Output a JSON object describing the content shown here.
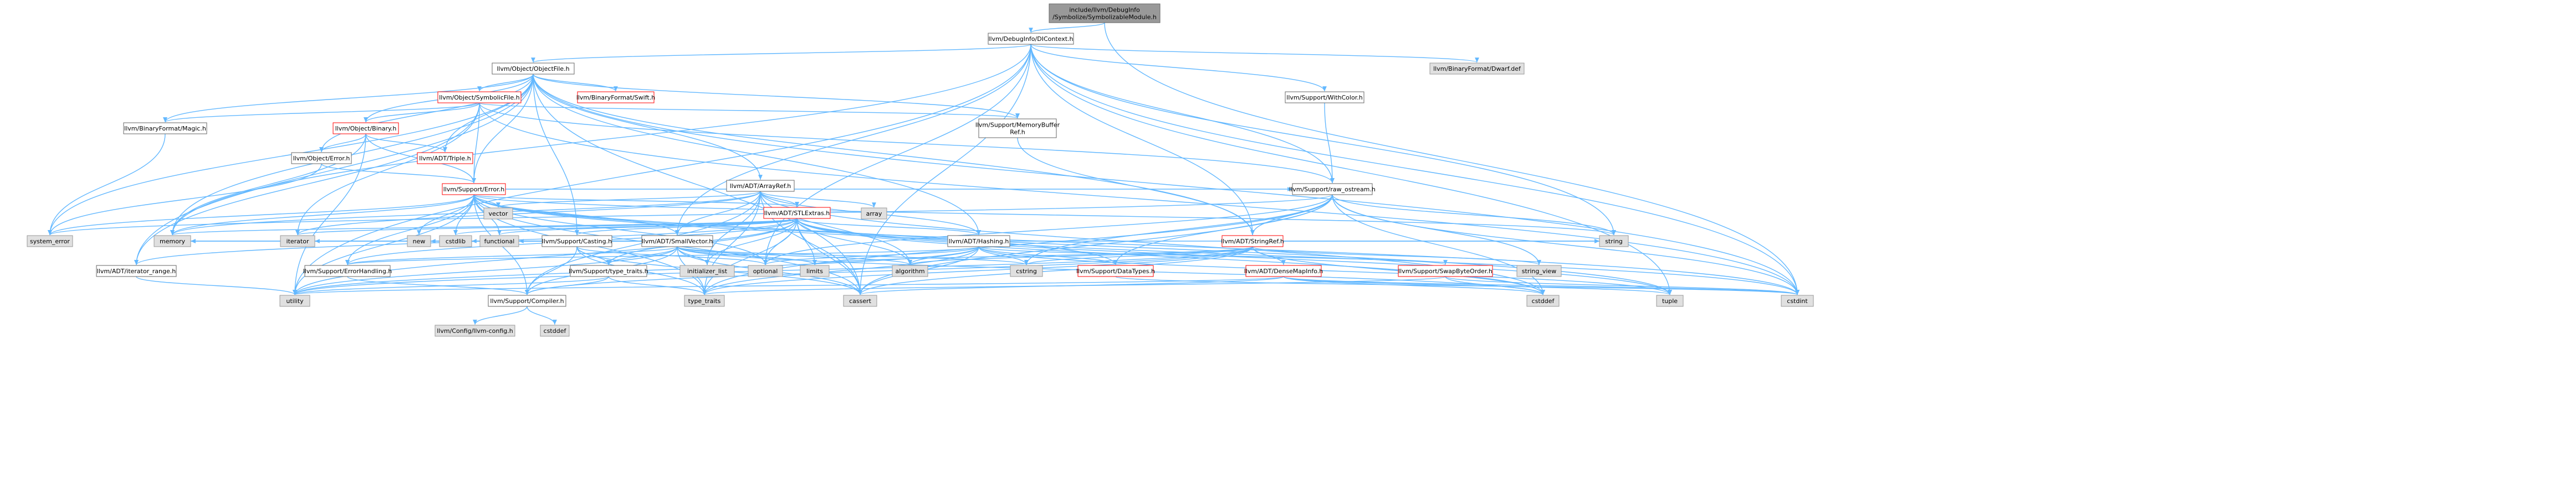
{
  "graph": {
    "nodes": [
      {
        "id": "root",
        "label": [
          "include/llvm/DebugInfo",
          "/Symbolize/SymbolizableModule.h"
        ],
        "style": "root"
      },
      {
        "id": "dicontext",
        "label": [
          "llvm/DebugInfo/DIContext.h"
        ],
        "style": "normal"
      },
      {
        "id": "objectfile",
        "label": [
          "llvm/Object/ObjectFile.h"
        ],
        "style": "normal"
      },
      {
        "id": "dwarfdef",
        "label": [
          "llvm/BinaryFormat/Dwarf.def"
        ],
        "style": "external"
      },
      {
        "id": "withcolor",
        "label": [
          "llvm/Support/WithColor.h"
        ],
        "style": "normal"
      },
      {
        "id": "symbolicfile",
        "label": [
          "llvm/Object/SymbolicFile.h"
        ],
        "style": "red"
      },
      {
        "id": "swift",
        "label": [
          "llvm/BinaryFormat/Swift.h"
        ],
        "style": "red"
      },
      {
        "id": "magic",
        "label": [
          "llvm/BinaryFormat/Magic.h"
        ],
        "style": "normal"
      },
      {
        "id": "binary",
        "label": [
          "llvm/Object/Binary.h"
        ],
        "style": "red"
      },
      {
        "id": "objerror",
        "label": [
          "llvm/Object/Error.h"
        ],
        "style": "normal"
      },
      {
        "id": "triple",
        "label": [
          "llvm/ADT/Triple.h"
        ],
        "style": "red"
      },
      {
        "id": "membufref",
        "label": [
          "llvm/Support/MemoryBuffer",
          "Ref.h"
        ],
        "style": "normal"
      },
      {
        "id": "error",
        "label": [
          "llvm/Support/Error.h"
        ],
        "style": "red"
      },
      {
        "id": "arrayref",
        "label": [
          "llvm/ADT/ArrayRef.h"
        ],
        "style": "normal"
      },
      {
        "id": "rawostream",
        "label": [
          "llvm/Support/raw_ostream.h"
        ],
        "style": "normal"
      },
      {
        "id": "stlextras",
        "label": [
          "llvm/ADT/STLExtras.h"
        ],
        "style": "red"
      },
      {
        "id": "casting",
        "label": [
          "llvm/Support/Casting.h"
        ],
        "style": "normal"
      },
      {
        "id": "smallvector",
        "label": [
          "llvm/ADT/SmallVector.h"
        ],
        "style": "normal"
      },
      {
        "id": "hashing",
        "label": [
          "llvm/ADT/Hashing.h"
        ],
        "style": "normal"
      },
      {
        "id": "stringref",
        "label": [
          "llvm/ADT/StringRef.h"
        ],
        "style": "red"
      },
      {
        "id": "densemapinfo",
        "label": [
          "llvm/ADT/DenseMapInfo.h"
        ],
        "style": "red"
      },
      {
        "id": "swapbyte",
        "label": [
          "llvm/Support/SwapByteOrder.h"
        ],
        "style": "red"
      },
      {
        "id": "datatypes",
        "label": [
          "llvm/Support/DataTypes.h"
        ],
        "style": "red"
      },
      {
        "id": "typetraits",
        "label": [
          "llvm/Support/type_traits.h"
        ],
        "style": "normal"
      },
      {
        "id": "errhandling",
        "label": [
          "llvm/Support/ErrorHandling.h"
        ],
        "style": "normal"
      },
      {
        "id": "iterrange",
        "label": [
          "llvm/ADT/iterator_range.h"
        ],
        "style": "normal"
      },
      {
        "id": "compiler",
        "label": [
          "llvm/Support/Compiler.h"
        ],
        "style": "normal"
      },
      {
        "id": "config",
        "label": [
          "llvm/Config/llvm-config.h"
        ],
        "style": "external"
      },
      {
        "id": "s_cstddef_c",
        "label": [
          "cstddef"
        ],
        "style": "external"
      },
      {
        "id": "s_vector",
        "label": [
          "vector"
        ],
        "style": "external"
      },
      {
        "id": "s_array",
        "label": [
          "array"
        ],
        "style": "external"
      },
      {
        "id": "s_syserr",
        "label": [
          "system_error"
        ],
        "style": "external"
      },
      {
        "id": "s_memory",
        "label": [
          "memory"
        ],
        "style": "external"
      },
      {
        "id": "s_iterator",
        "label": [
          "iterator"
        ],
        "style": "external"
      },
      {
        "id": "s_new",
        "label": [
          "new"
        ],
        "style": "external"
      },
      {
        "id": "s_cstdlib",
        "label": [
          "cstdlib"
        ],
        "style": "external"
      },
      {
        "id": "s_functional",
        "label": [
          "functional"
        ],
        "style": "external"
      },
      {
        "id": "s_initlist",
        "label": [
          "initializer_list"
        ],
        "style": "external"
      },
      {
        "id": "s_optional",
        "label": [
          "optional"
        ],
        "style": "external"
      },
      {
        "id": "s_limits",
        "label": [
          "limits"
        ],
        "style": "external"
      },
      {
        "id": "s_algorithm",
        "label": [
          "algorithm"
        ],
        "style": "external"
      },
      {
        "id": "s_cstring",
        "label": [
          "cstring"
        ],
        "style": "external"
      },
      {
        "id": "s_string",
        "label": [
          "string"
        ],
        "style": "external"
      },
      {
        "id": "s_stringview",
        "label": [
          "string_view"
        ],
        "style": "external"
      },
      {
        "id": "s_utility",
        "label": [
          "utility"
        ],
        "style": "external"
      },
      {
        "id": "s_typetraits",
        "label": [
          "type_traits"
        ],
        "style": "external"
      },
      {
        "id": "s_cassert",
        "label": [
          "cassert"
        ],
        "style": "external"
      },
      {
        "id": "s_tuple",
        "label": [
          "tuple"
        ],
        "style": "external"
      },
      {
        "id": "s_cstddef",
        "label": [
          "cstddef"
        ],
        "style": "external"
      },
      {
        "id": "s_cstdint",
        "label": [
          "cstdint"
        ],
        "style": "external"
      }
    ],
    "edges": [
      [
        "root",
        "dicontext"
      ],
      [
        "root",
        "s_cstdint"
      ],
      [
        "dicontext",
        "objectfile"
      ],
      [
        "dicontext",
        "dwarfdef"
      ],
      [
        "dicontext",
        "withcolor"
      ],
      [
        "dicontext",
        "rawostream"
      ],
      [
        "dicontext",
        "stringref"
      ],
      [
        "dicontext",
        "smallvector"
      ],
      [
        "dicontext",
        "s_cassert"
      ],
      [
        "dicontext",
        "s_cstdint"
      ],
      [
        "dicontext",
        "s_memory"
      ],
      [
        "dicontext",
        "s_optional"
      ],
      [
        "dicontext",
        "s_string"
      ],
      [
        "dicontext",
        "s_tuple"
      ],
      [
        "dicontext",
        "s_utility"
      ],
      [
        "objectfile",
        "symbolicfile"
      ],
      [
        "objectfile",
        "swift"
      ],
      [
        "objectfile",
        "magic"
      ],
      [
        "objectfile",
        "binary"
      ],
      [
        "objectfile",
        "objerror"
      ],
      [
        "objectfile",
        "triple"
      ],
      [
        "objectfile",
        "membufref"
      ],
      [
        "objectfile",
        "error"
      ],
      [
        "objectfile",
        "arrayref"
      ],
      [
        "objectfile",
        "casting"
      ],
      [
        "objectfile",
        "hashing"
      ],
      [
        "objectfile",
        "stringref"
      ],
      [
        "objectfile",
        "iterrange"
      ],
      [
        "objectfile",
        "s_cassert"
      ],
      [
        "objectfile",
        "s_cstdint"
      ],
      [
        "objectfile",
        "s_memory"
      ],
      [
        "objectfile",
        "s_syserr"
      ],
      [
        "withcolor",
        "rawostream"
      ],
      [
        "symbolicfile",
        "binary"
      ],
      [
        "symbolicfile",
        "error"
      ],
      [
        "symbolicfile",
        "membufref"
      ],
      [
        "symbolicfile",
        "magic"
      ],
      [
        "symbolicfile",
        "iterrange"
      ],
      [
        "symbolicfile",
        "s_iterator"
      ],
      [
        "symbolicfile",
        "rawostream"
      ],
      [
        "symbolicfile",
        "s_cstdint"
      ],
      [
        "binary",
        "objerror"
      ],
      [
        "binary",
        "triple"
      ],
      [
        "binary",
        "error"
      ],
      [
        "binary",
        "s_memory"
      ],
      [
        "binary",
        "s_utility"
      ],
      [
        "objerror",
        "error"
      ],
      [
        "objerror",
        "s_syserr"
      ],
      [
        "magic",
        "s_syserr"
      ],
      [
        "membufref",
        "stringref"
      ],
      [
        "error",
        "s_vector"
      ],
      [
        "error",
        "rawostream"
      ],
      [
        "error",
        "stlextras"
      ],
      [
        "error",
        "smallvector"
      ],
      [
        "error",
        "s_syserr"
      ],
      [
        "error",
        "s_memory"
      ],
      [
        "error",
        "s_new"
      ],
      [
        "error",
        "s_cstdlib"
      ],
      [
        "error",
        "s_functional"
      ],
      [
        "error",
        "s_optional"
      ],
      [
        "error",
        "errhandling"
      ],
      [
        "error",
        "s_string"
      ],
      [
        "error",
        "s_utility"
      ],
      [
        "error",
        "s_cassert"
      ],
      [
        "error",
        "s_cstdint"
      ],
      [
        "error",
        "s_tuple"
      ],
      [
        "error",
        "compiler"
      ],
      [
        "error",
        "datatypes"
      ],
      [
        "error",
        "s_typetraits"
      ],
      [
        "arrayref",
        "hashing"
      ],
      [
        "arrayref",
        "smallvector"
      ],
      [
        "arrayref",
        "stlextras"
      ],
      [
        "arrayref",
        "s_array"
      ],
      [
        "arrayref",
        "s_vector"
      ],
      [
        "arrayref",
        "s_initlist"
      ],
      [
        "arrayref",
        "s_iterator"
      ],
      [
        "arrayref",
        "s_memory"
      ],
      [
        "arrayref",
        "s_cassert"
      ],
      [
        "arrayref",
        "s_cstddef"
      ],
      [
        "arrayref",
        "s_algorithm"
      ],
      [
        "arrayref",
        "compiler"
      ],
      [
        "arrayref",
        "s_typetraits"
      ],
      [
        "rawostream",
        "stringref"
      ],
      [
        "rawostream",
        "datatypes"
      ],
      [
        "rawostream",
        "s_cassert"
      ],
      [
        "rawostream",
        "s_cstddef"
      ],
      [
        "rawostream",
        "s_cstdint"
      ],
      [
        "rawostream",
        "s_cstring"
      ],
      [
        "rawostream",
        "s_optional"
      ],
      [
        "rawostream",
        "s_string"
      ],
      [
        "rawostream",
        "s_stringview"
      ],
      [
        "rawostream",
        "s_syserr"
      ],
      [
        "rawostream",
        "s_typetraits"
      ],
      [
        "stlextras",
        "hashing"
      ],
      [
        "stlextras",
        "iterrange"
      ],
      [
        "stlextras",
        "errhandling"
      ],
      [
        "stlextras",
        "typetraits"
      ],
      [
        "stlextras",
        "s_algorithm"
      ],
      [
        "stlextras",
        "s_cassert"
      ],
      [
        "stlextras",
        "s_cstddef"
      ],
      [
        "stlextras",
        "s_cstdint"
      ],
      [
        "stlextras",
        "s_cstdlib"
      ],
      [
        "stlextras",
        "s_functional"
      ],
      [
        "stlextras",
        "s_initlist"
      ],
      [
        "stlextras",
        "s_iterator"
      ],
      [
        "stlextras",
        "s_limits"
      ],
      [
        "stlextras",
        "s_memory"
      ],
      [
        "stlextras",
        "s_optional"
      ],
      [
        "stlextras",
        "s_tuple"
      ],
      [
        "stlextras",
        "s_typetraits"
      ],
      [
        "stlextras",
        "s_utility"
      ],
      [
        "stlextras",
        "casting"
      ],
      [
        "casting",
        "typetraits"
      ],
      [
        "casting",
        "s_cassert"
      ],
      [
        "casting",
        "s_memory"
      ],
      [
        "casting",
        "s_optional"
      ],
      [
        "casting",
        "s_typetraits"
      ],
      [
        "casting",
        "compiler"
      ],
      [
        "smallvector",
        "compiler"
      ],
      [
        "smallvector",
        "typetraits"
      ],
      [
        "smallvector",
        "s_algorithm"
      ],
      [
        "smallvector",
        "s_cassert"
      ],
      [
        "smallvector",
        "s_cstddef"
      ],
      [
        "smallvector",
        "s_cstdlib"
      ],
      [
        "smallvector",
        "s_cstring"
      ],
      [
        "smallvector",
        "s_functional"
      ],
      [
        "smallvector",
        "s_initlist"
      ],
      [
        "smallvector",
        "s_iterator"
      ],
      [
        "smallvector",
        "s_limits"
      ],
      [
        "smallvector",
        "s_memory"
      ],
      [
        "smallvector",
        "s_new"
      ],
      [
        "smallvector",
        "s_typetraits"
      ],
      [
        "smallvector",
        "s_utility"
      ],
      [
        "smallvector",
        "errhandling"
      ],
      [
        "hashing",
        "errhandling"
      ],
      [
        "hashing",
        "datatypes"
      ],
      [
        "hashing",
        "swapbyte"
      ],
      [
        "hashing",
        "s_algorithm"
      ],
      [
        "hashing",
        "s_cassert"
      ],
      [
        "hashing",
        "s_cstring"
      ],
      [
        "hashing",
        "s_optional"
      ],
      [
        "hashing",
        "s_string"
      ],
      [
        "hashing",
        "s_tuple"
      ],
      [
        "hashing",
        "s_utility"
      ],
      [
        "hashing",
        "s_typetraits"
      ],
      [
        "stringref",
        "densemapinfo"
      ],
      [
        "stringref",
        "compiler"
      ],
      [
        "stringref",
        "s_algorithm"
      ],
      [
        "stringref",
        "s_cassert"
      ],
      [
        "stringref",
        "s_cstddef"
      ],
      [
        "stringref",
        "s_cstring"
      ],
      [
        "stringref",
        "s_limits"
      ],
      [
        "stringref",
        "s_string"
      ],
      [
        "stringref",
        "s_stringview"
      ],
      [
        "stringref",
        "s_typetraits"
      ],
      [
        "stringref",
        "s_utility"
      ],
      [
        "densemapinfo",
        "s_cassert"
      ],
      [
        "densemapinfo",
        "s_cstddef"
      ],
      [
        "densemapinfo",
        "s_cstdint"
      ],
      [
        "densemapinfo",
        "s_tuple"
      ],
      [
        "densemapinfo",
        "s_utility"
      ],
      [
        "swapbyte",
        "s_cstddef"
      ],
      [
        "swapbyte",
        "s_cstdint"
      ],
      [
        "swapbyte",
        "s_typetraits"
      ],
      [
        "datatypes",
        "s_cstdint"
      ],
      [
        "typetraits",
        "compiler"
      ],
      [
        "typetraits",
        "s_typetraits"
      ],
      [
        "typetraits",
        "s_utility"
      ],
      [
        "errhandling",
        "compiler"
      ],
      [
        "iterrange",
        "s_utility"
      ],
      [
        "compiler",
        "config"
      ],
      [
        "compiler",
        "s_cstddef_c"
      ]
    ]
  }
}
